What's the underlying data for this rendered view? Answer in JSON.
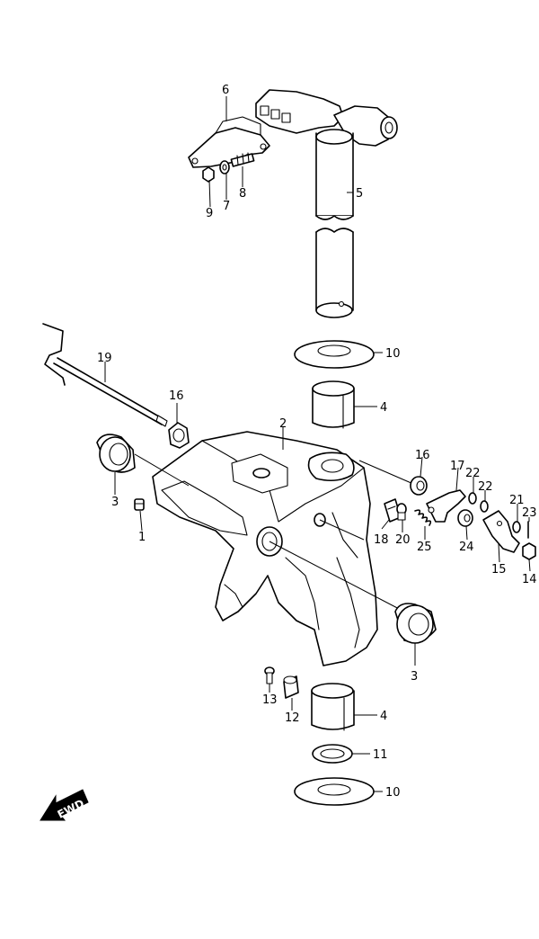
{
  "callouts": {
    "c6": "6",
    "c5": "5",
    "c8": "8",
    "c7": "7",
    "c9": "9",
    "c10a": "10",
    "c4a": "4",
    "c19": "19",
    "c16a": "16",
    "c2": "2",
    "c3a": "3",
    "c1": "1",
    "c16b": "16",
    "c17": "17",
    "c22a": "22",
    "c22b": "22",
    "c21": "21",
    "c23": "23",
    "c18": "18",
    "c20": "20",
    "c25": "25",
    "c24": "24",
    "c15": "15",
    "c14": "14",
    "c3b": "3",
    "c13": "13",
    "c12": "12",
    "c4b": "4",
    "c11": "11",
    "c10b": "10"
  },
  "fwd_label": "FWD"
}
